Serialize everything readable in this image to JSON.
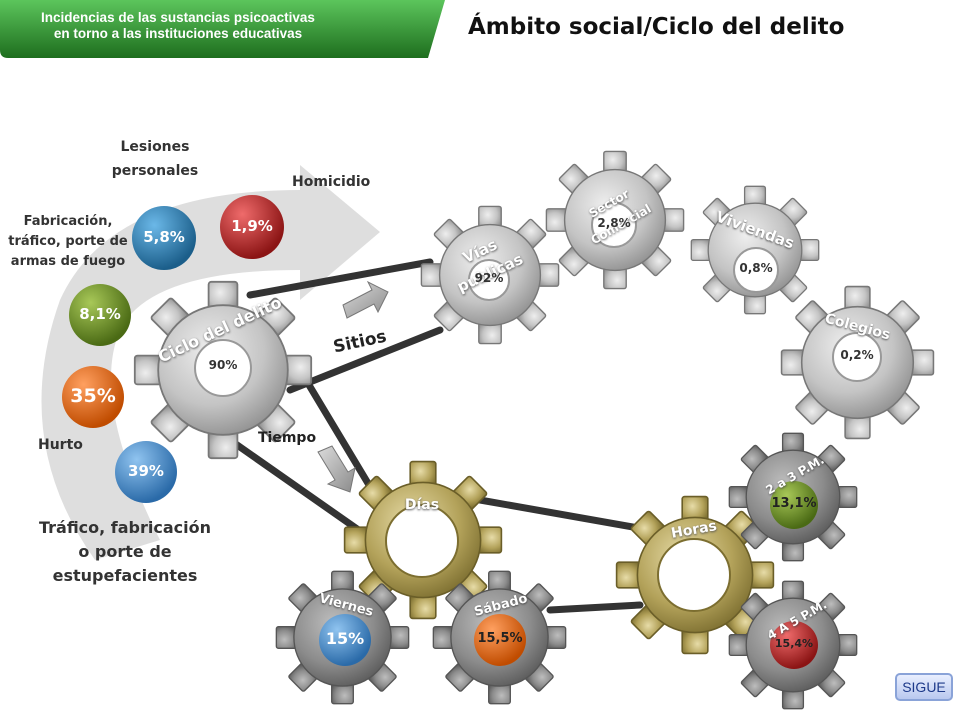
{
  "header": {
    "banner_line1": "Incidencias de las sustancias psicoactivas",
    "banner_line2": "en torno a las instituciones educativas",
    "title": "Ámbito social/Ciclo del delito"
  },
  "crimes": {
    "lesiones_label": "Lesiones\npersonales",
    "lesiones_value": "1,9%",
    "homicidio_label": "Homicidio",
    "fabricacion_label": "Fabricación,\ntráfico, porte de\narmas de fuego",
    "fabricacion_value": "5,8%",
    "unlabeled_value": "8,1%",
    "hurto_label": "Hurto",
    "hurto_value": "35%",
    "trafico_label": "Tráfico, fabricación\no porte de\nestupefacientes",
    "trafico_value": "39%"
  },
  "cycle": {
    "gear_label": "Ciclo del delito",
    "gear_value": "90%",
    "sitios_label": "Sitios",
    "tiempo_label": "Tiempo"
  },
  "sites": {
    "vias_label": "Vías publicas",
    "vias_value": "92%",
    "comercial_label": "Sector Comercial",
    "comercial_value": "2,8%",
    "viviendas_label": "Viviendas",
    "viviendas_value": "0,8%",
    "colegios_label": "Colegios",
    "colegios_value": "0,2%"
  },
  "time": {
    "dias_label": "Días",
    "viernes_label": "Viernes",
    "viernes_value": "15%",
    "sabado_label": "Sábado",
    "sabado_value": "15,5%",
    "horas_label": "Horas",
    "h2a3_label": "2 a 3 P.M.",
    "h2a3_value": "13,1%",
    "h4a5_label": "4 A 5 P.M.",
    "h4a5_value": "15,4%"
  },
  "nav": {
    "next_label": "SIGUE"
  },
  "colors": {
    "banner_green": "#2f8f2f",
    "gear_gray": "#bdbdbd",
    "gear_dark": "#8c8c8c",
    "gear_olive": "#b3a25a",
    "ball_red": "#c62828",
    "ball_blue": "#2a7fb8",
    "ball_green": "#6b8e23",
    "ball_orange": "#f07010",
    "ball_lightblue": "#4a90d0"
  }
}
